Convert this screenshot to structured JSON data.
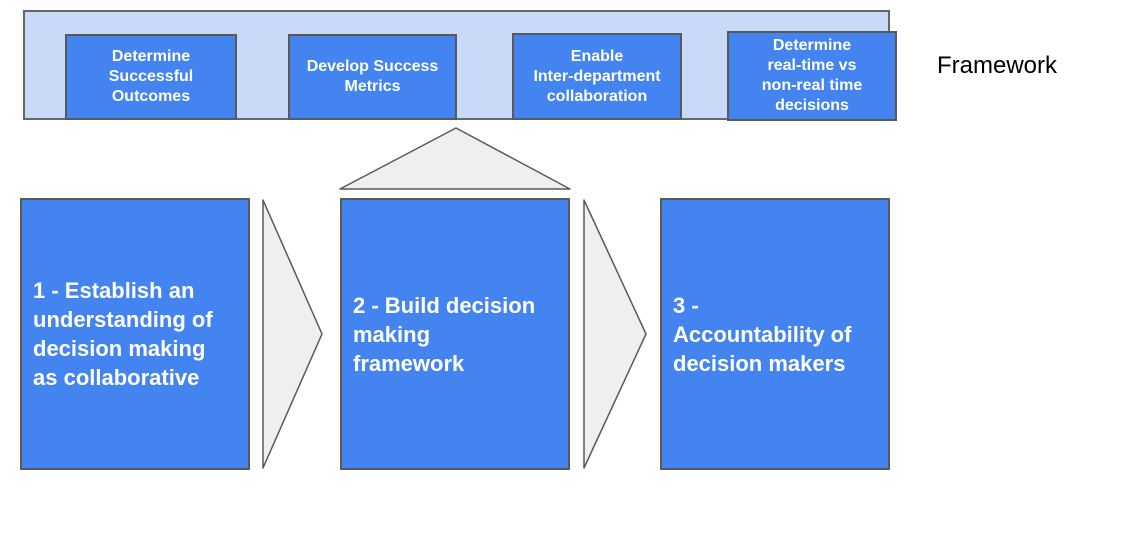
{
  "colors": {
    "box_blue": "#4384F0",
    "banner_bg": "#C9DAF8",
    "banner_border": "#666666",
    "box_border": "#595959",
    "arrow_fill": "#EFEFEF",
    "arrow_border": "#595959",
    "box_text": "#FFFFFF",
    "label_text": "#000000"
  },
  "framework_label": "Framework",
  "banner": {
    "boxes": [
      {
        "text": "Determine\nSuccessful\nOutcomes"
      },
      {
        "text": "Develop Success\nMetrics"
      },
      {
        "text": "Enable\nInter-department\ncollaboration"
      },
      {
        "text": "Determine\nreal-time vs\nnon-real time\ndecisions"
      }
    ]
  },
  "steps": [
    {
      "text": "1 - Establish an\nunderstanding of\ndecision making\nas collaborative"
    },
    {
      "text": "2 - Build decision\nmaking\nframework"
    },
    {
      "text": "3 -\nAccountability of\ndecision makers"
    }
  ],
  "shapes": {
    "roof_triangle": "upward-triangle-pointer-from-step-2-to-banner",
    "flow_arrows": [
      "right-arrow-step-1-to-step-2",
      "right-arrow-step-2-to-step-3"
    ]
  }
}
